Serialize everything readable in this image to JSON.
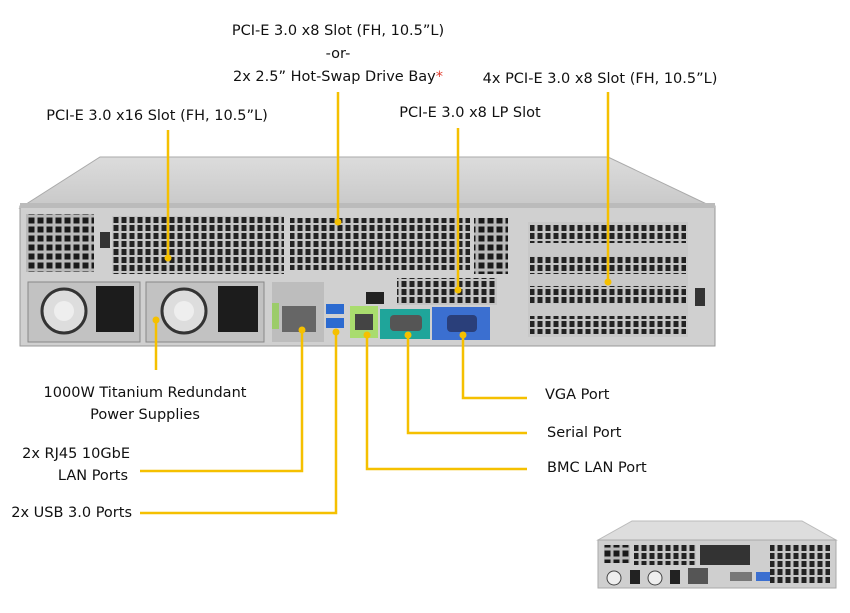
{
  "callouts": {
    "top_center": {
      "line1": "PCI-E 3.0 x8 Slot (FH, 10.5”L)",
      "line2": "-or-",
      "line3": "2x 2.5” Hot-Swap Drive Bay",
      "asterisk": "*"
    },
    "top_right": "4x PCI-E 3.0 x8 Slot (FH, 10.5”L)",
    "top_left": "PCI-E 3.0 x16 Slot (FH, 10.5”L)",
    "lp_slot": "PCI-E 3.0 x8 LP Slot",
    "psu": {
      "line1": "1000W Titanium Redundant",
      "line2": "Power Supplies"
    },
    "lan": {
      "line1": "2x RJ45 10GbE",
      "line2": "LAN Ports"
    },
    "usb": "2x USB 3.0 Ports",
    "vga": "VGA Port",
    "serial": "Serial Port",
    "bmc": "BMC LAN Port"
  },
  "colors": {
    "callout_line": "#f5c000",
    "asterisk": "#e0392b"
  }
}
